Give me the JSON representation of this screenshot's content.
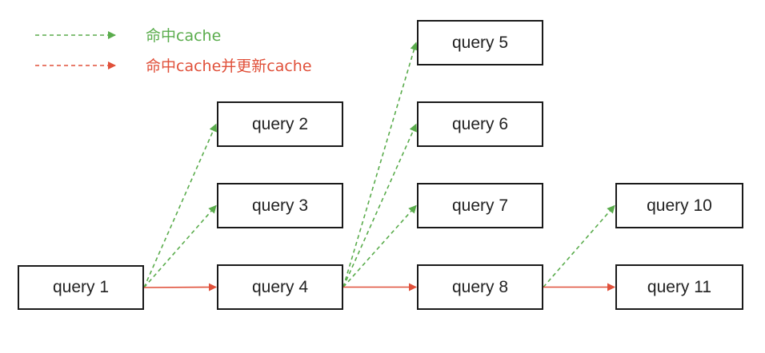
{
  "colors": {
    "green": "#5aac4c",
    "red": "#e0503a",
    "border": "#1a1a1a"
  },
  "legend": {
    "hit": "命中cache",
    "hit_update": "命中cache并更新cache"
  },
  "nodes": {
    "q1": "query 1",
    "q2": "query 2",
    "q3": "query 3",
    "q4": "query 4",
    "q5": "query 5",
    "q6": "query 6",
    "q7": "query 7",
    "q8": "query 8",
    "q10": "query 10",
    "q11": "query 11"
  },
  "edges": [
    {
      "from": "q1",
      "to": "q2",
      "kind": "hit"
    },
    {
      "from": "q1",
      "to": "q3",
      "kind": "hit"
    },
    {
      "from": "q1",
      "to": "q4",
      "kind": "hit_update"
    },
    {
      "from": "q4",
      "to": "q5",
      "kind": "hit"
    },
    {
      "from": "q4",
      "to": "q6",
      "kind": "hit"
    },
    {
      "from": "q4",
      "to": "q7",
      "kind": "hit"
    },
    {
      "from": "q4",
      "to": "q8",
      "kind": "hit_update"
    },
    {
      "from": "q8",
      "to": "q10",
      "kind": "hit"
    },
    {
      "from": "q8",
      "to": "q11",
      "kind": "hit_update"
    }
  ]
}
